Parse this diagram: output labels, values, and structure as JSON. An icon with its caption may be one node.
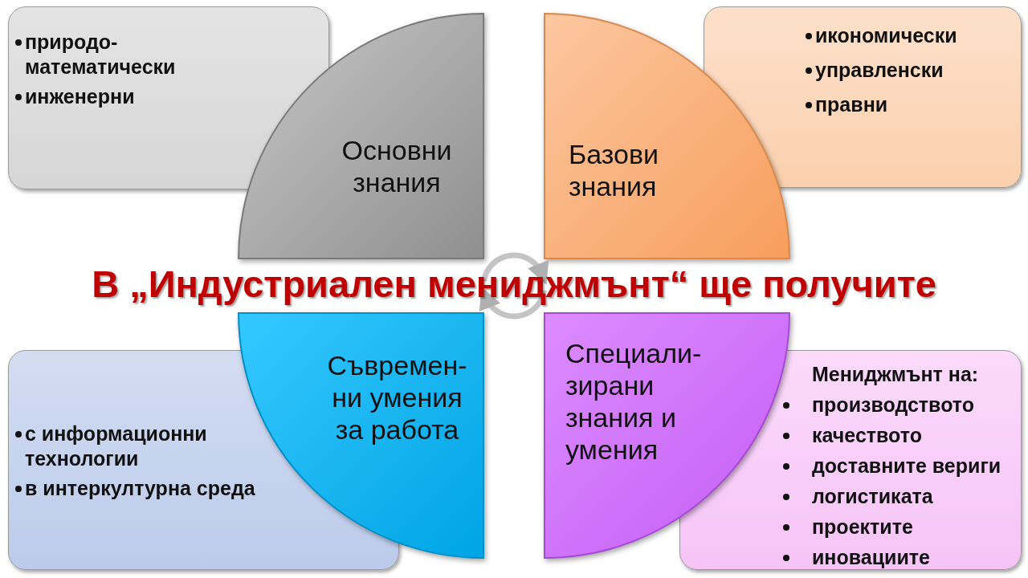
{
  "diagram": {
    "title": "В „Индустриален мениджмънт“ ще получите",
    "nodes": [
      {
        "text": [
          "природо- математически",
          "инженерни"
        ]
      },
      {
        "text": [
          "Основни знания"
        ]
      },
      {
        "text": [
          "Базови знания"
        ]
      },
      {
        "text": [
          "икономически",
          "управленски",
          "правни"
        ]
      },
      {
        "text": [
          "с информационни технологии",
          "в интеркултурна среда"
        ]
      },
      {
        "text": [
          "Съвремен- ни умения за работа"
        ]
      },
      {
        "text": [
          "Специали- зирани знания и умения"
        ]
      },
      {
        "text": [
          "Мениджмънт на:",
          "производството",
          "качеството",
          "доставните вериги",
          "логистиката",
          "проектите",
          "иновациите"
        ]
      }
    ]
  }
}
